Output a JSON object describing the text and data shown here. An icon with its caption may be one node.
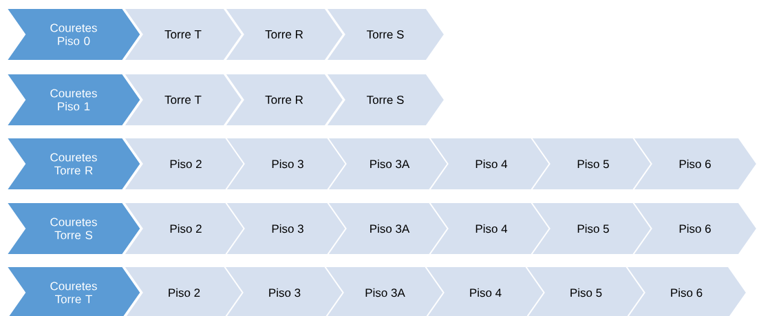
{
  "diagram": {
    "nodes": [
      {
        "text": [
          "Couretes Piso 0"
        ]
      },
      {
        "text": [
          "Torre T"
        ]
      },
      {
        "text": [
          "Torre R"
        ]
      },
      {
        "text": [
          "Torre S"
        ]
      },
      {
        "text": [
          "Couretes Piso 1"
        ]
      },
      {
        "text": [
          "Torre T"
        ]
      },
      {
        "text": [
          "Torre R"
        ]
      },
      {
        "text": [
          "Torre S"
        ]
      },
      {
        "text": [
          "Couretes Torre R"
        ]
      },
      {
        "text": [
          "Piso 2"
        ]
      },
      {
        "text": [
          "Piso 3"
        ]
      },
      {
        "text": [
          "Piso 3A"
        ]
      },
      {
        "text": [
          "Piso 4"
        ]
      },
      {
        "text": [
          "Piso 5"
        ]
      },
      {
        "text": [
          "Piso 6"
        ]
      },
      {
        "text": [
          "Couretes Torre S"
        ]
      },
      {
        "text": [
          "Piso 2"
        ]
      },
      {
        "text": [
          "Piso 3"
        ]
      },
      {
        "text": [
          "Piso 3A"
        ]
      },
      {
        "text": [
          "Piso 4"
        ]
      },
      {
        "text": [
          "Piso 5"
        ]
      },
      {
        "text": [
          "Piso 6"
        ]
      },
      {
        "text": [
          "Couretes Torre T"
        ]
      },
      {
        "text": [
          "Piso 2"
        ]
      },
      {
        "text": [
          "Piso 3"
        ]
      },
      {
        "text": [
          "Piso 3A"
        ]
      },
      {
        "text": [
          "Piso 4"
        ]
      },
      {
        "text": [
          "Piso 5"
        ]
      },
      {
        "text": [
          "Piso 6"
        ]
      }
    ]
  }
}
